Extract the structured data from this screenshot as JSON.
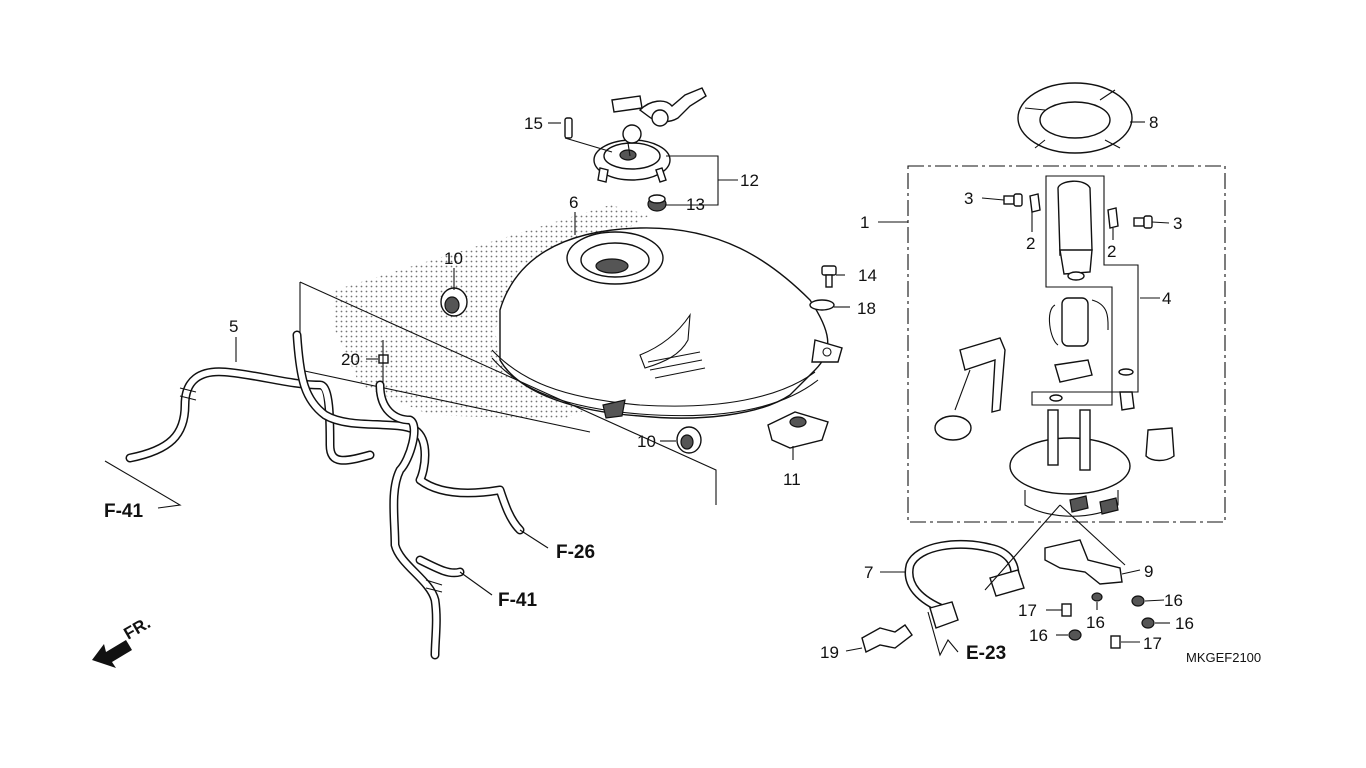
{
  "diagram": {
    "code": "MKGEF2100",
    "front_marker": "FR.",
    "refs": [
      "F-41",
      "F-26",
      "F-41",
      "E-23"
    ],
    "callouts": [
      "1",
      "2",
      "2",
      "3",
      "3",
      "4",
      "5",
      "6",
      "7",
      "8",
      "9",
      "10",
      "10",
      "11",
      "12",
      "13",
      "14",
      "15",
      "16",
      "16",
      "16",
      "16",
      "17",
      "17",
      "18",
      "19",
      "20"
    ]
  }
}
